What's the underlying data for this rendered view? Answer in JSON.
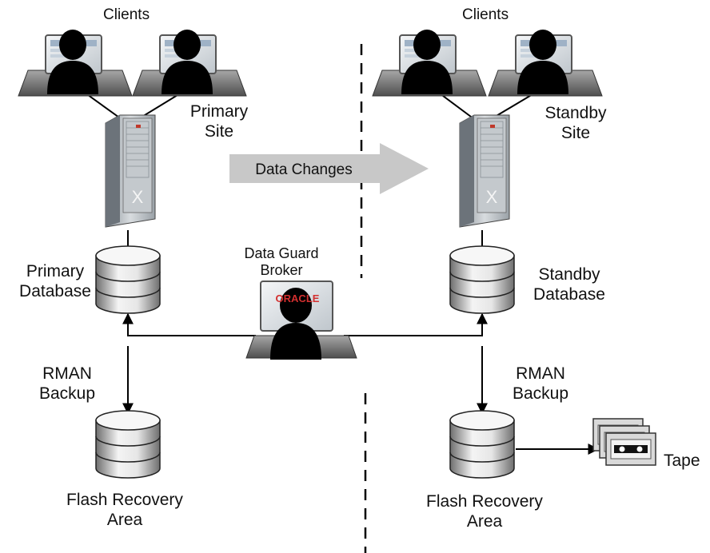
{
  "labels": {
    "clients_left": "Clients",
    "clients_right": "Clients",
    "primary_site": [
      "Primary",
      "Site"
    ],
    "standby_site": [
      "Standby",
      "Site"
    ],
    "data_changes": "Data Changes",
    "broker": [
      "Data Guard",
      "Broker"
    ],
    "primary_database": [
      "Primary",
      "Database"
    ],
    "standby_database": [
      "Standby",
      "Database"
    ],
    "rman_left": [
      "RMAN",
      "Backup"
    ],
    "rman_right": [
      "RMAN",
      "Backup"
    ],
    "flash_left": [
      "Flash Recovery",
      "Area"
    ],
    "flash_right": [
      "Flash Recovery",
      "Area"
    ],
    "tape": "Tape",
    "server_mark": "X",
    "oracle_logo": "ORACLE"
  },
  "colors": {
    "arrow_fill": "#c8c8c8",
    "server_body": "#bfc3c7",
    "disk_light": "#f2f2f2",
    "disk_dark": "#7d7d7d",
    "silhouette": "#000000",
    "oracle_red": "#d32f2f"
  }
}
